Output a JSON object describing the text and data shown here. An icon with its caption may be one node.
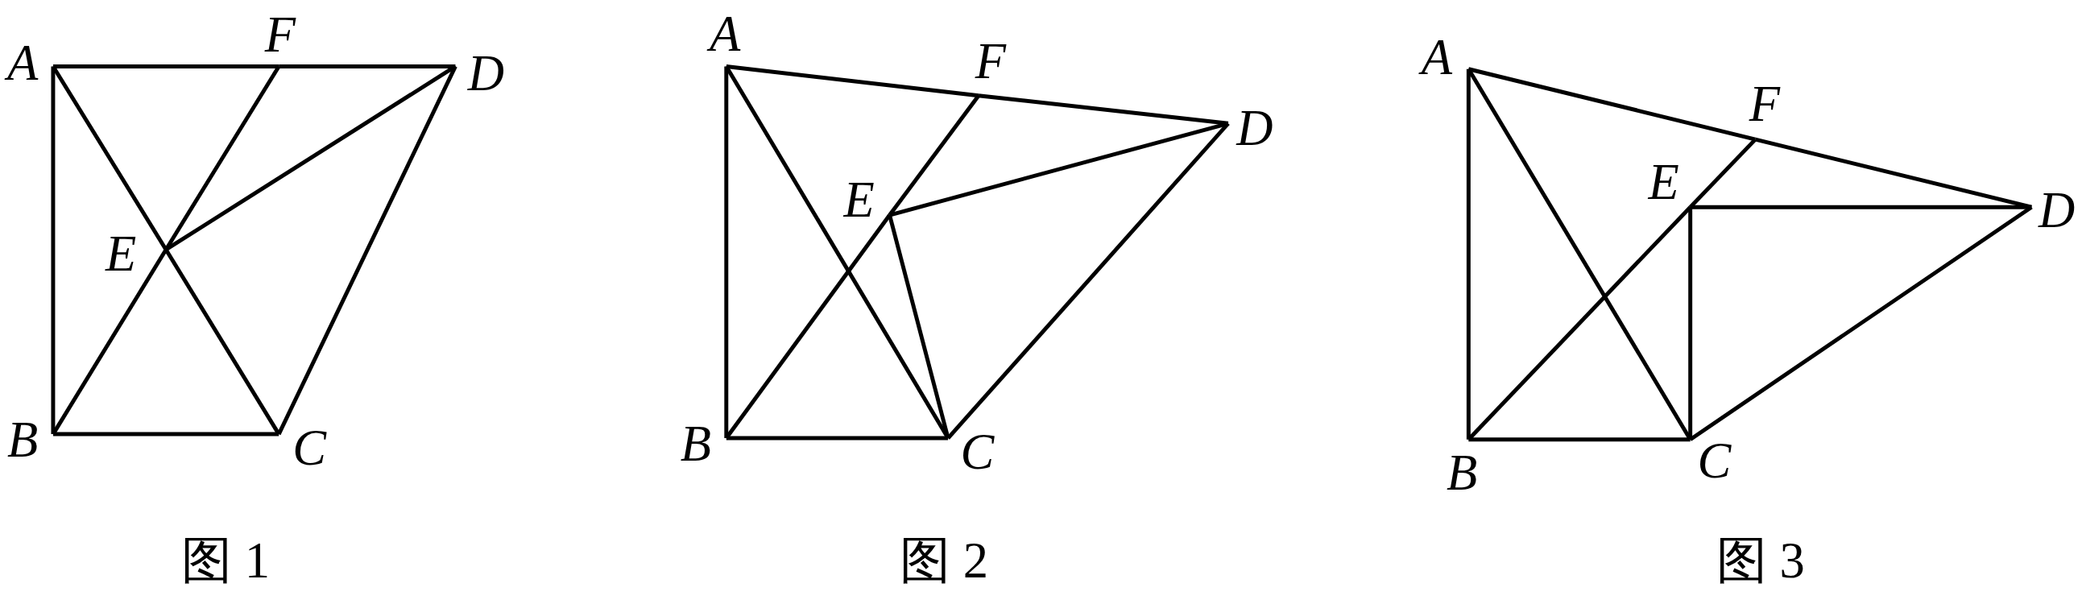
{
  "diagram": {
    "nodes": [
      {
        "text": [
          "A"
        ]
      },
      {
        "text": [
          "F"
        ]
      },
      {
        "text": [
          "D"
        ]
      },
      {
        "text": [
          "E"
        ]
      },
      {
        "text": [
          "B"
        ]
      },
      {
        "text": [
          "C"
        ]
      },
      {
        "text": [
          "A"
        ]
      },
      {
        "text": [
          "F"
        ]
      },
      {
        "text": [
          "D"
        ]
      },
      {
        "text": [
          "E"
        ]
      },
      {
        "text": [
          "B"
        ]
      },
      {
        "text": [
          "C"
        ]
      },
      {
        "text": [
          "A"
        ]
      },
      {
        "text": [
          "F"
        ]
      },
      {
        "text": [
          "D"
        ]
      },
      {
        "text": [
          "E"
        ]
      },
      {
        "text": [
          "B"
        ]
      },
      {
        "text": [
          "C"
        ]
      }
    ],
    "edges": [
      {
        "from": 0,
        "to": 1,
        "arrow": "none"
      },
      {
        "from": 1,
        "to": 2,
        "arrow": "none"
      },
      {
        "from": 0,
        "to": 4,
        "arrow": "none"
      },
      {
        "from": 0,
        "to": 3,
        "arrow": "none"
      },
      {
        "from": 3,
        "to": 5,
        "arrow": "none"
      },
      {
        "from": 4,
        "to": 3,
        "arrow": "none"
      },
      {
        "from": 3,
        "to": 1,
        "arrow": "none"
      },
      {
        "from": 3,
        "to": 2,
        "arrow": "none"
      },
      {
        "from": 4,
        "to": 5,
        "arrow": "none"
      },
      {
        "from": 5,
        "to": 2,
        "arrow": "none"
      },
      {
        "from": 6,
        "to": 7,
        "arrow": "none"
      },
      {
        "from": 7,
        "to": 8,
        "arrow": "none"
      },
      {
        "from": 6,
        "to": 10,
        "arrow": "none"
      },
      {
        "from": 6,
        "to": 11,
        "arrow": "none"
      },
      {
        "from": 10,
        "to": 9,
        "arrow": "none"
      },
      {
        "from": 9,
        "to": 7,
        "arrow": "none"
      },
      {
        "from": 9,
        "to": 8,
        "arrow": "none"
      },
      {
        "from": 9,
        "to": 11,
        "arrow": "none"
      },
      {
        "from": 10,
        "to": 11,
        "arrow": "none"
      },
      {
        "from": 11,
        "to": 8,
        "arrow": "none"
      },
      {
        "from": 12,
        "to": 13,
        "arrow": "none"
      },
      {
        "from": 13,
        "to": 14,
        "arrow": "none"
      },
      {
        "from": 12,
        "to": 16,
        "arrow": "none"
      },
      {
        "from": 12,
        "to": 17,
        "arrow": "none"
      },
      {
        "from": 16,
        "to": 15,
        "arrow": "none"
      },
      {
        "from": 15,
        "to": 13,
        "arrow": "none"
      },
      {
        "from": 15,
        "to": 14,
        "arrow": "none"
      },
      {
        "from": 15,
        "to": 17,
        "arrow": "none"
      },
      {
        "from": 16,
        "to": 17,
        "arrow": "none"
      },
      {
        "from": 17,
        "to": 14,
        "arrow": "none"
      }
    ],
    "labels": [
      "图 1",
      "图 2",
      "图 3"
    ]
  }
}
